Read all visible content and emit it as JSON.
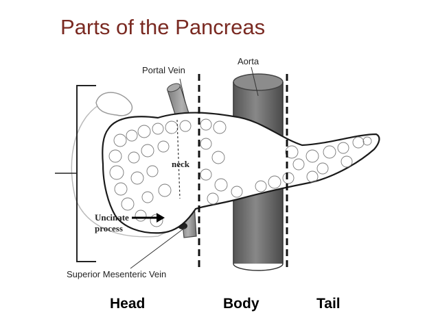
{
  "title": "Parts of the Pancreas",
  "labels": {
    "portal_vein": "Portal Vein",
    "aorta": "Aorta",
    "neck": "neck",
    "uncinate_line1": "Uncinate",
    "uncinate_line2": "process",
    "smv": "Superior Mesenteric Vein"
  },
  "regions": {
    "head": "Head",
    "body": "Body",
    "tail": "Tail"
  },
  "colors": {
    "title": "#7a2a22",
    "vessel": "#8a8a8a",
    "aorta": "#6b6b6b"
  }
}
